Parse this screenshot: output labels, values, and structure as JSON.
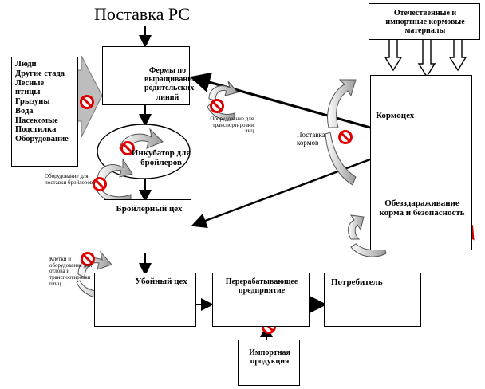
{
  "title": "Поставка РС",
  "sources_box": {
    "lines": [
      "Люди",
      "Другие стада",
      "Лесные",
      "птицы",
      "Грызуны",
      "Вода",
      "Насекомые",
      "Подстилка",
      "Оборудование"
    ]
  },
  "feed_materials": "Отечественные и импортные кормовые материалы",
  "stages": {
    "breeder_farm": "Фермы по выращиванию родительских линий",
    "incubator": "Инкубатор для бройлеров",
    "broiler_house": "Бройлерный цех",
    "slaughter": "Убойный цех",
    "processing": "Перерабатывающее предприятие",
    "consumer": "Потребитель",
    "import": "Импортная продукция",
    "feed_mill": "Кормоцех",
    "disinfection": "Обезздараживание корма и безопасность"
  },
  "labels": {
    "equipment_transport_eggs": "Оборудование для транспортировки яиц",
    "feed_supply": "Поставка кормов",
    "equipment_broiler_supply": "Оборудование для поставки бройлеров",
    "cages_equipment": "Клетки и оборудование для отлова и транспортировки птиц"
  }
}
